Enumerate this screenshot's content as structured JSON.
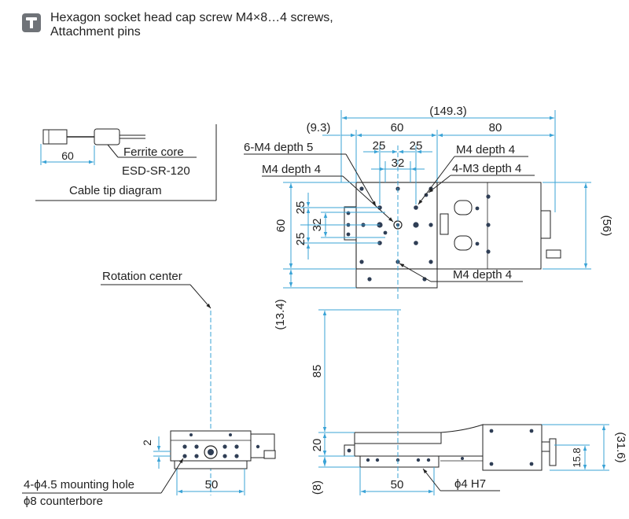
{
  "header": {
    "icon": "screw-tool-icon",
    "line1": "Hexagon socket head cap screw M4×8…4 screws,",
    "line2": "Attachment pins"
  },
  "cable_inset": {
    "dim_60": "60",
    "ferrite_label": "Ferrite core",
    "ferrite_model": "ESD-SR-120",
    "caption": "Cable tip diagram"
  },
  "top_view": {
    "overall": "(149.3)",
    "offset": "(9.3)",
    "width_60": "60",
    "width_80": "80",
    "pitch_a": "25",
    "pitch_b": "25",
    "pitch_32": "32",
    "callout_6m4": "6-M4 depth 5",
    "callout_m4_top_left": "M4 depth 4",
    "callout_m4_top_right": "M4 depth 4",
    "callout_4m3": "4-M3 depth 4",
    "callout_m4_bottom": "M4 depth 4",
    "height_60": "60",
    "v25_top": "25",
    "v32": "32",
    "v25_bottom": "25",
    "right_56": "(56)",
    "left_13_4": "(13.4)"
  },
  "rotation_center": "Rotation center",
  "front_view": {
    "dim_2": "2",
    "dim_50": "50",
    "mounting_hole": "4-ϕ4.5 mounting hole",
    "counterbore": "ϕ8 counterbore"
  },
  "side_view": {
    "dim_85": "85",
    "dim_20": "20",
    "dim_8": "(8)",
    "dim_50": "50",
    "phi4": "ϕ4 H7",
    "dim_15_8": "15.8",
    "dim_31_6": "(31.6)"
  },
  "colors": {
    "line": "#222222",
    "dimension_blue": "#3aa3d6",
    "center_line": "#3aa3d6",
    "part_fill": "#ffffff",
    "hole_fill": "#2f3e55"
  }
}
